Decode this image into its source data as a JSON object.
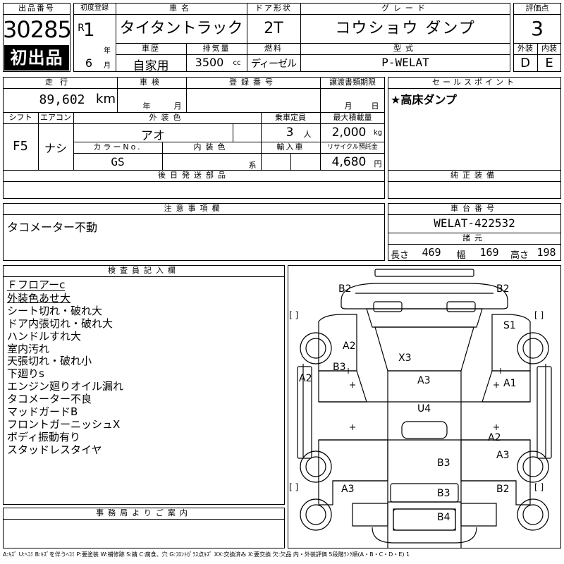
{
  "labels": {
    "lot_no": "出品番号",
    "first_reg": "初度登録",
    "car_name": "車名",
    "door": "ドア形状",
    "grade": "グレード",
    "score": "評価点",
    "history": "車歴",
    "displacement": "排気量",
    "fuel": "燃料",
    "model": "型式",
    "exterior": "外装",
    "interior": "内装",
    "mileage": "走行",
    "inspection": "車検",
    "reg_no": "登録番号",
    "transfer": "譲渡書類期限",
    "sales_point": "セールスポイント",
    "shift": "シフト",
    "aircon": "エアコン",
    "exterior_color": "外装色",
    "capacity": "乗車定員",
    "max_load": "最大積載量",
    "color_no": "カラーNo.",
    "interior_color": "内装色",
    "import": "輸入車",
    "recycle": "リサイクル預託金",
    "later_parts": "後日発送部品",
    "genuine": "純正装備",
    "caution": "注意事項欄",
    "chassis": "車台番号",
    "dimensions": "諸元",
    "inspector": "検査員記入欄",
    "office": "事務局よりご案内",
    "length": "長さ",
    "width": "幅",
    "height": "高さ",
    "year": "年",
    "month": "月",
    "day": "日",
    "cc": "cc",
    "km": "km",
    "person": "人",
    "kg": "kg",
    "yen": "円",
    "kei": "系",
    "first_listing": "初出品"
  },
  "values": {
    "lot_no": "30285",
    "era": "R",
    "first_reg_year": "1",
    "first_reg_month": "6",
    "car_name": "タイタントラック",
    "door": "2T",
    "grade": "コウショウ ダンプ",
    "score": "3",
    "history": "自家用",
    "displacement": "3500",
    "fuel": "ディーゼル",
    "model": "P-WELAT",
    "exterior_score": "D",
    "interior_score": "E",
    "mileage": "89,602",
    "sales_point": "★高床ダンプ",
    "shift": "F5",
    "aircon": "ナシ",
    "exterior_color": "アオ",
    "capacity": "3",
    "max_load": "2,000",
    "color_no": "GS",
    "recycle": "4,680",
    "caution": "タコメーター不動",
    "chassis": "WELAT-422532",
    "length": "469",
    "width": "169",
    "height": "198"
  },
  "inspector_notes": [
    "Ｆフロアーc",
    "外装色あせ大",
    "シート切れ・破れ大",
    "ドア内張切れ・破れ大",
    "ハンドルすれ大",
    "室内汚れ",
    "天張切れ・破れ小",
    "下廻りs",
    "エンジン廻りオイル漏れ",
    "タコメーター不良",
    "マッドガードB",
    "フロントガーニッシュX",
    "ボディ振動有り",
    "スタッドレスタイヤ"
  ],
  "diagram_labels": [
    "B2",
    "B2",
    "S1",
    "A2",
    "X3",
    "B3",
    "A2",
    "A3",
    "A1",
    "U4",
    "A2",
    "A3",
    "B3",
    "A3",
    "B3",
    "B2",
    "B4"
  ],
  "bracket": "[ ]",
  "legend": "A:ｷｽﾞ U:ﾍｺﾐ B:ｷｽﾞを伴うﾍｺﾐ P:要塗装 W:補修跡 S:錆 C:腐食、穴 G:ﾌﾛﾝﾄｶﾞﾗｽ点ｷｽﾞ XX:交換済み X:要交換 欠:欠品 内・外装評価 5段階ﾗﾝｸ順(A・B・C・D・E) 1"
}
